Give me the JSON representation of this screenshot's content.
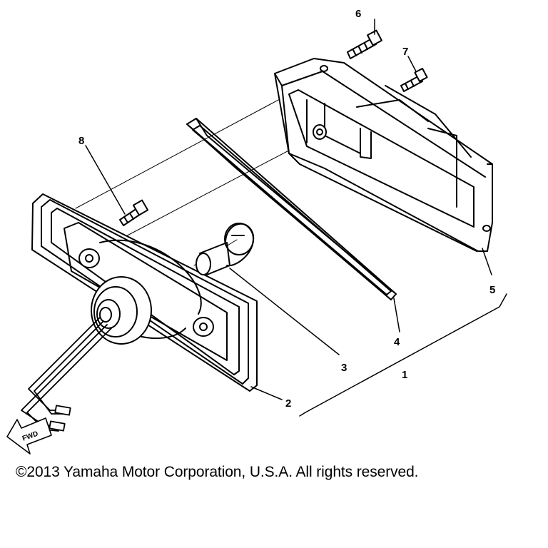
{
  "callouts": {
    "p1": "1",
    "p2": "2",
    "p3": "3",
    "p4": "4",
    "p5": "5",
    "p6": "6",
    "p7": "7",
    "p8": "8"
  },
  "fwd_label": "FWD",
  "copyright": "©2013 Yamaha Motor Corporation, U.S.A. All rights reserved.",
  "colors": {
    "ink": "#000000",
    "paper": "#ffffff"
  }
}
